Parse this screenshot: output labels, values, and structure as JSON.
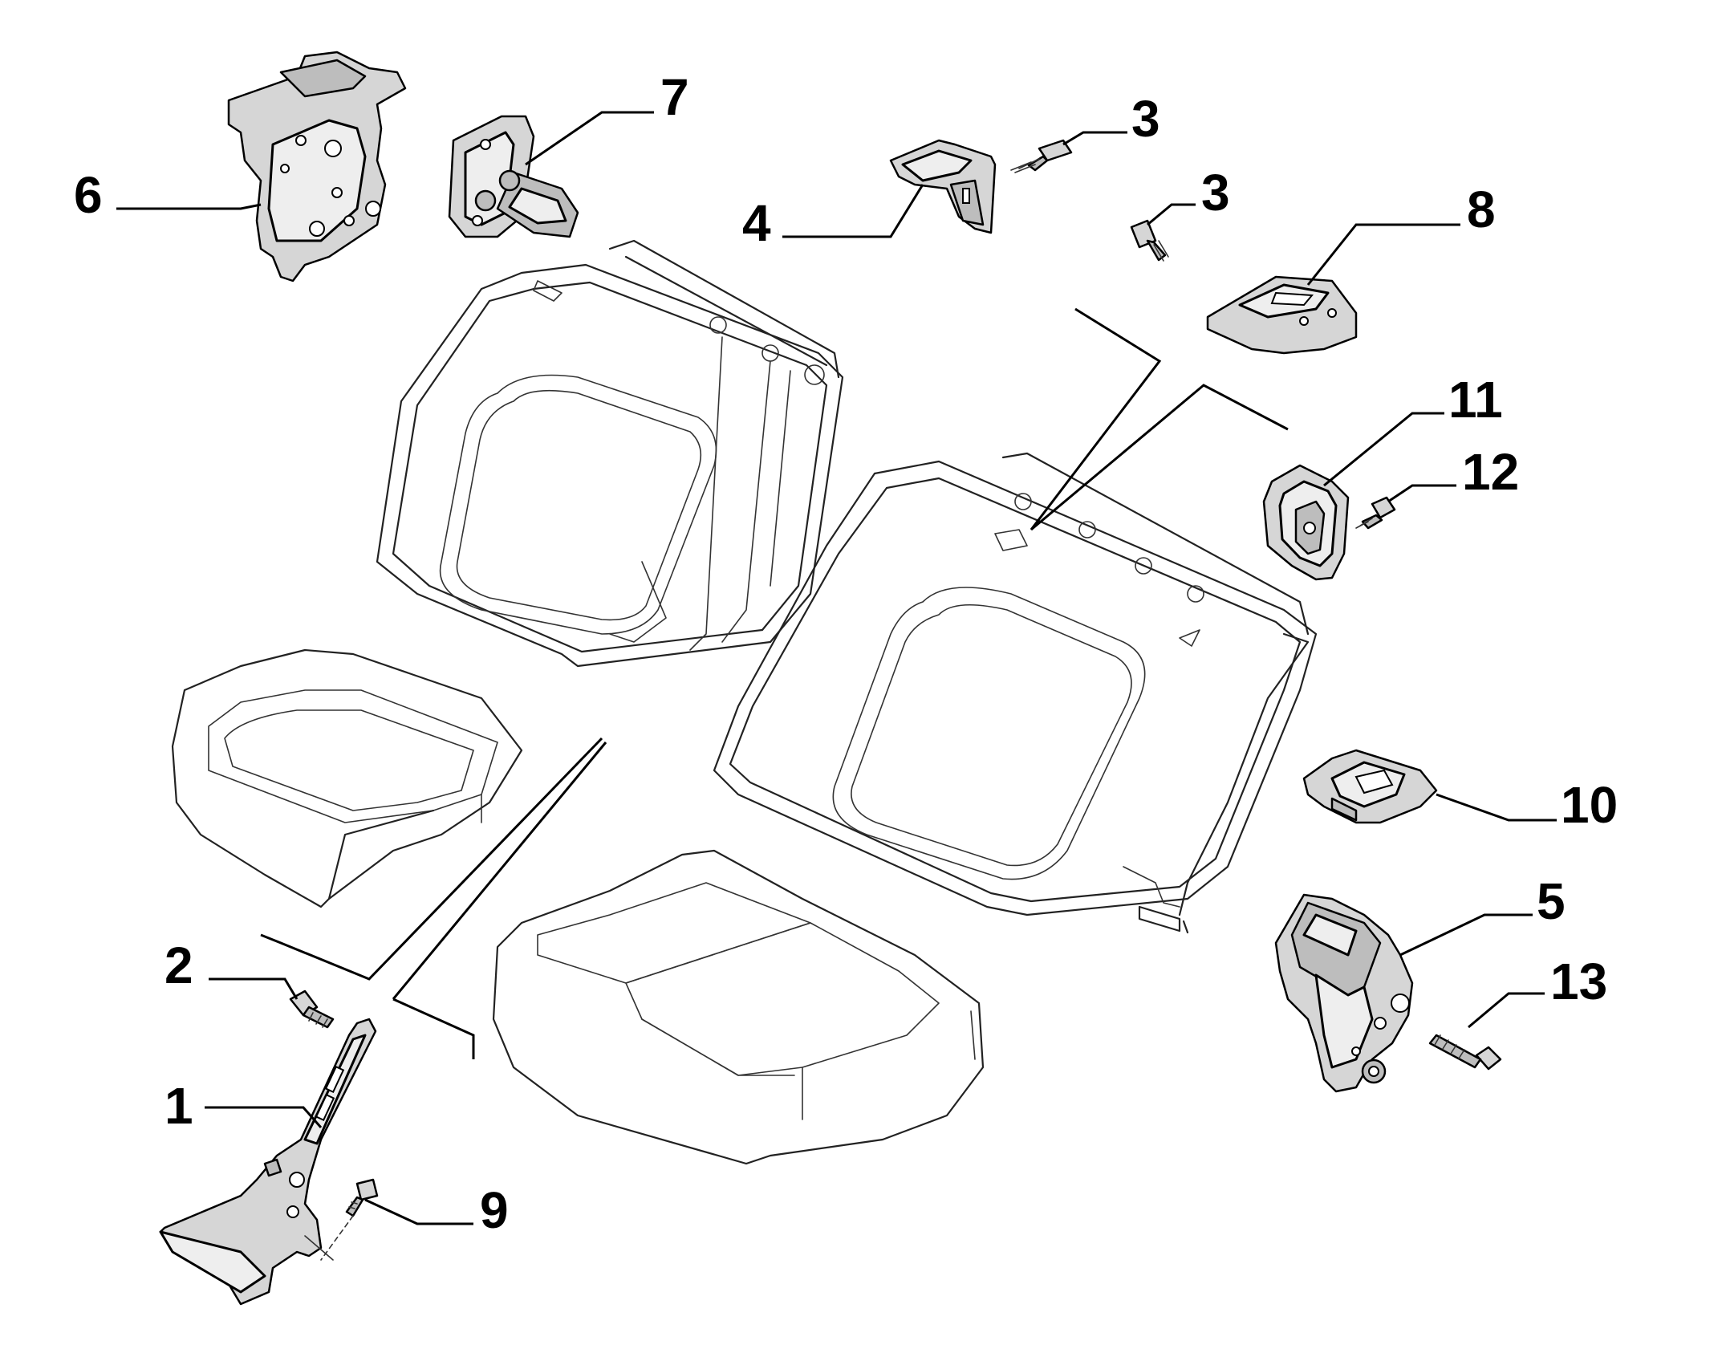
{
  "callouts": [
    {
      "id": "1",
      "label": "1"
    },
    {
      "id": "2",
      "label": "2"
    },
    {
      "id": "3a",
      "label": "3"
    },
    {
      "id": "3b",
      "label": "3"
    },
    {
      "id": "4",
      "label": "4"
    },
    {
      "id": "5",
      "label": "5"
    },
    {
      "id": "6",
      "label": "6"
    },
    {
      "id": "7",
      "label": "7"
    },
    {
      "id": "8",
      "label": "8"
    },
    {
      "id": "9",
      "label": "9"
    },
    {
      "id": "10",
      "label": "10"
    },
    {
      "id": "11",
      "label": "11"
    },
    {
      "id": "12",
      "label": "12"
    },
    {
      "id": "13",
      "label": "13"
    }
  ]
}
